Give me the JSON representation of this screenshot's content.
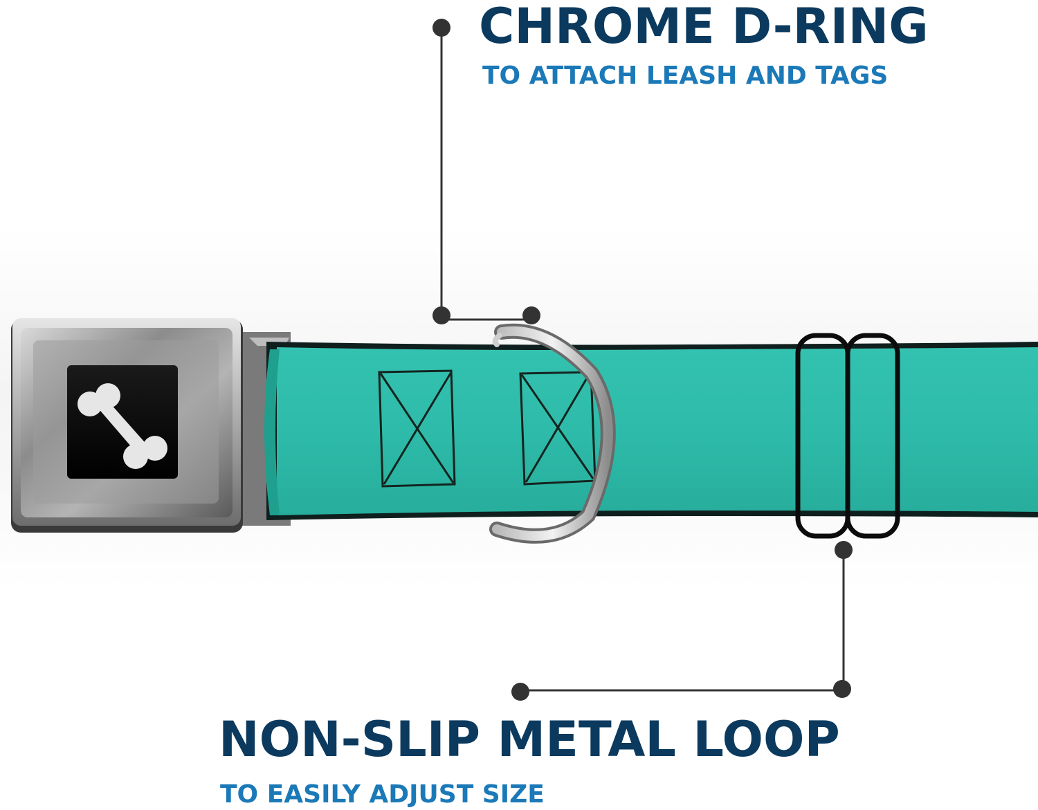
{
  "colors": {
    "title": "#0b3a5e",
    "subtitle": "#1b79b8",
    "strap": "#2ebba9",
    "strap_edge": "#0f1f1e",
    "callout_line": "#333333"
  },
  "callouts": {
    "d_ring": {
      "title": "CHROME D-RING",
      "subtitle": "TO ATTACH LEASH AND TAGS"
    },
    "metal_loop": {
      "title": "NON-SLIP METAL LOOP",
      "subtitle": "TO EASILY ADJUST SIZE"
    }
  },
  "product": {
    "buckle_icon": "bone-icon",
    "ring_icon": "d-ring-icon",
    "loop_icon": "slide-loop-icon"
  }
}
